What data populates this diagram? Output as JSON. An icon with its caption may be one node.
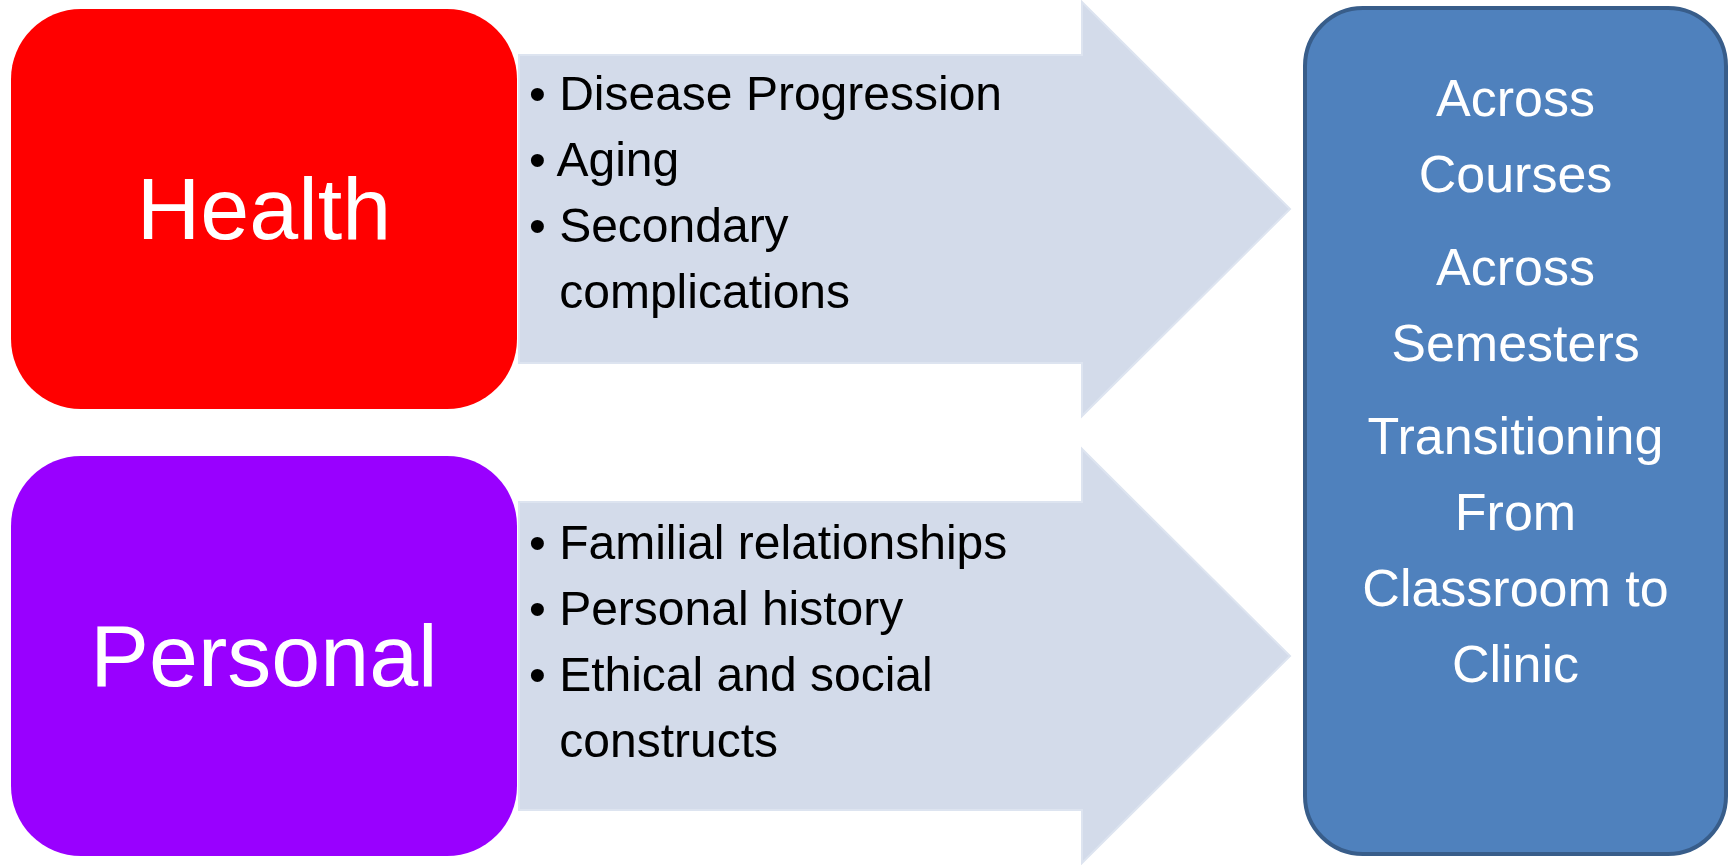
{
  "diagram": {
    "nodes": [
      {
        "text": [
          "Health"
        ]
      },
      {
        "text": [
          "• Disease Progression",
          "• Aging",
          "• Secondary complications"
        ]
      },
      {
        "text": [
          "Personal"
        ]
      },
      {
        "text": [
          "• Familial relationships",
          "• Personal history",
          "• Ethical and social constructs"
        ]
      },
      {
        "text": [
          "Across Courses",
          "Across Semesters",
          "Transitioning From Classroom to Clinic"
        ]
      }
    ],
    "edges": [
      {
        "from": 0,
        "to": 4,
        "arrow": "to"
      },
      {
        "from": 2,
        "to": 4,
        "arrow": "to"
      }
    ]
  }
}
